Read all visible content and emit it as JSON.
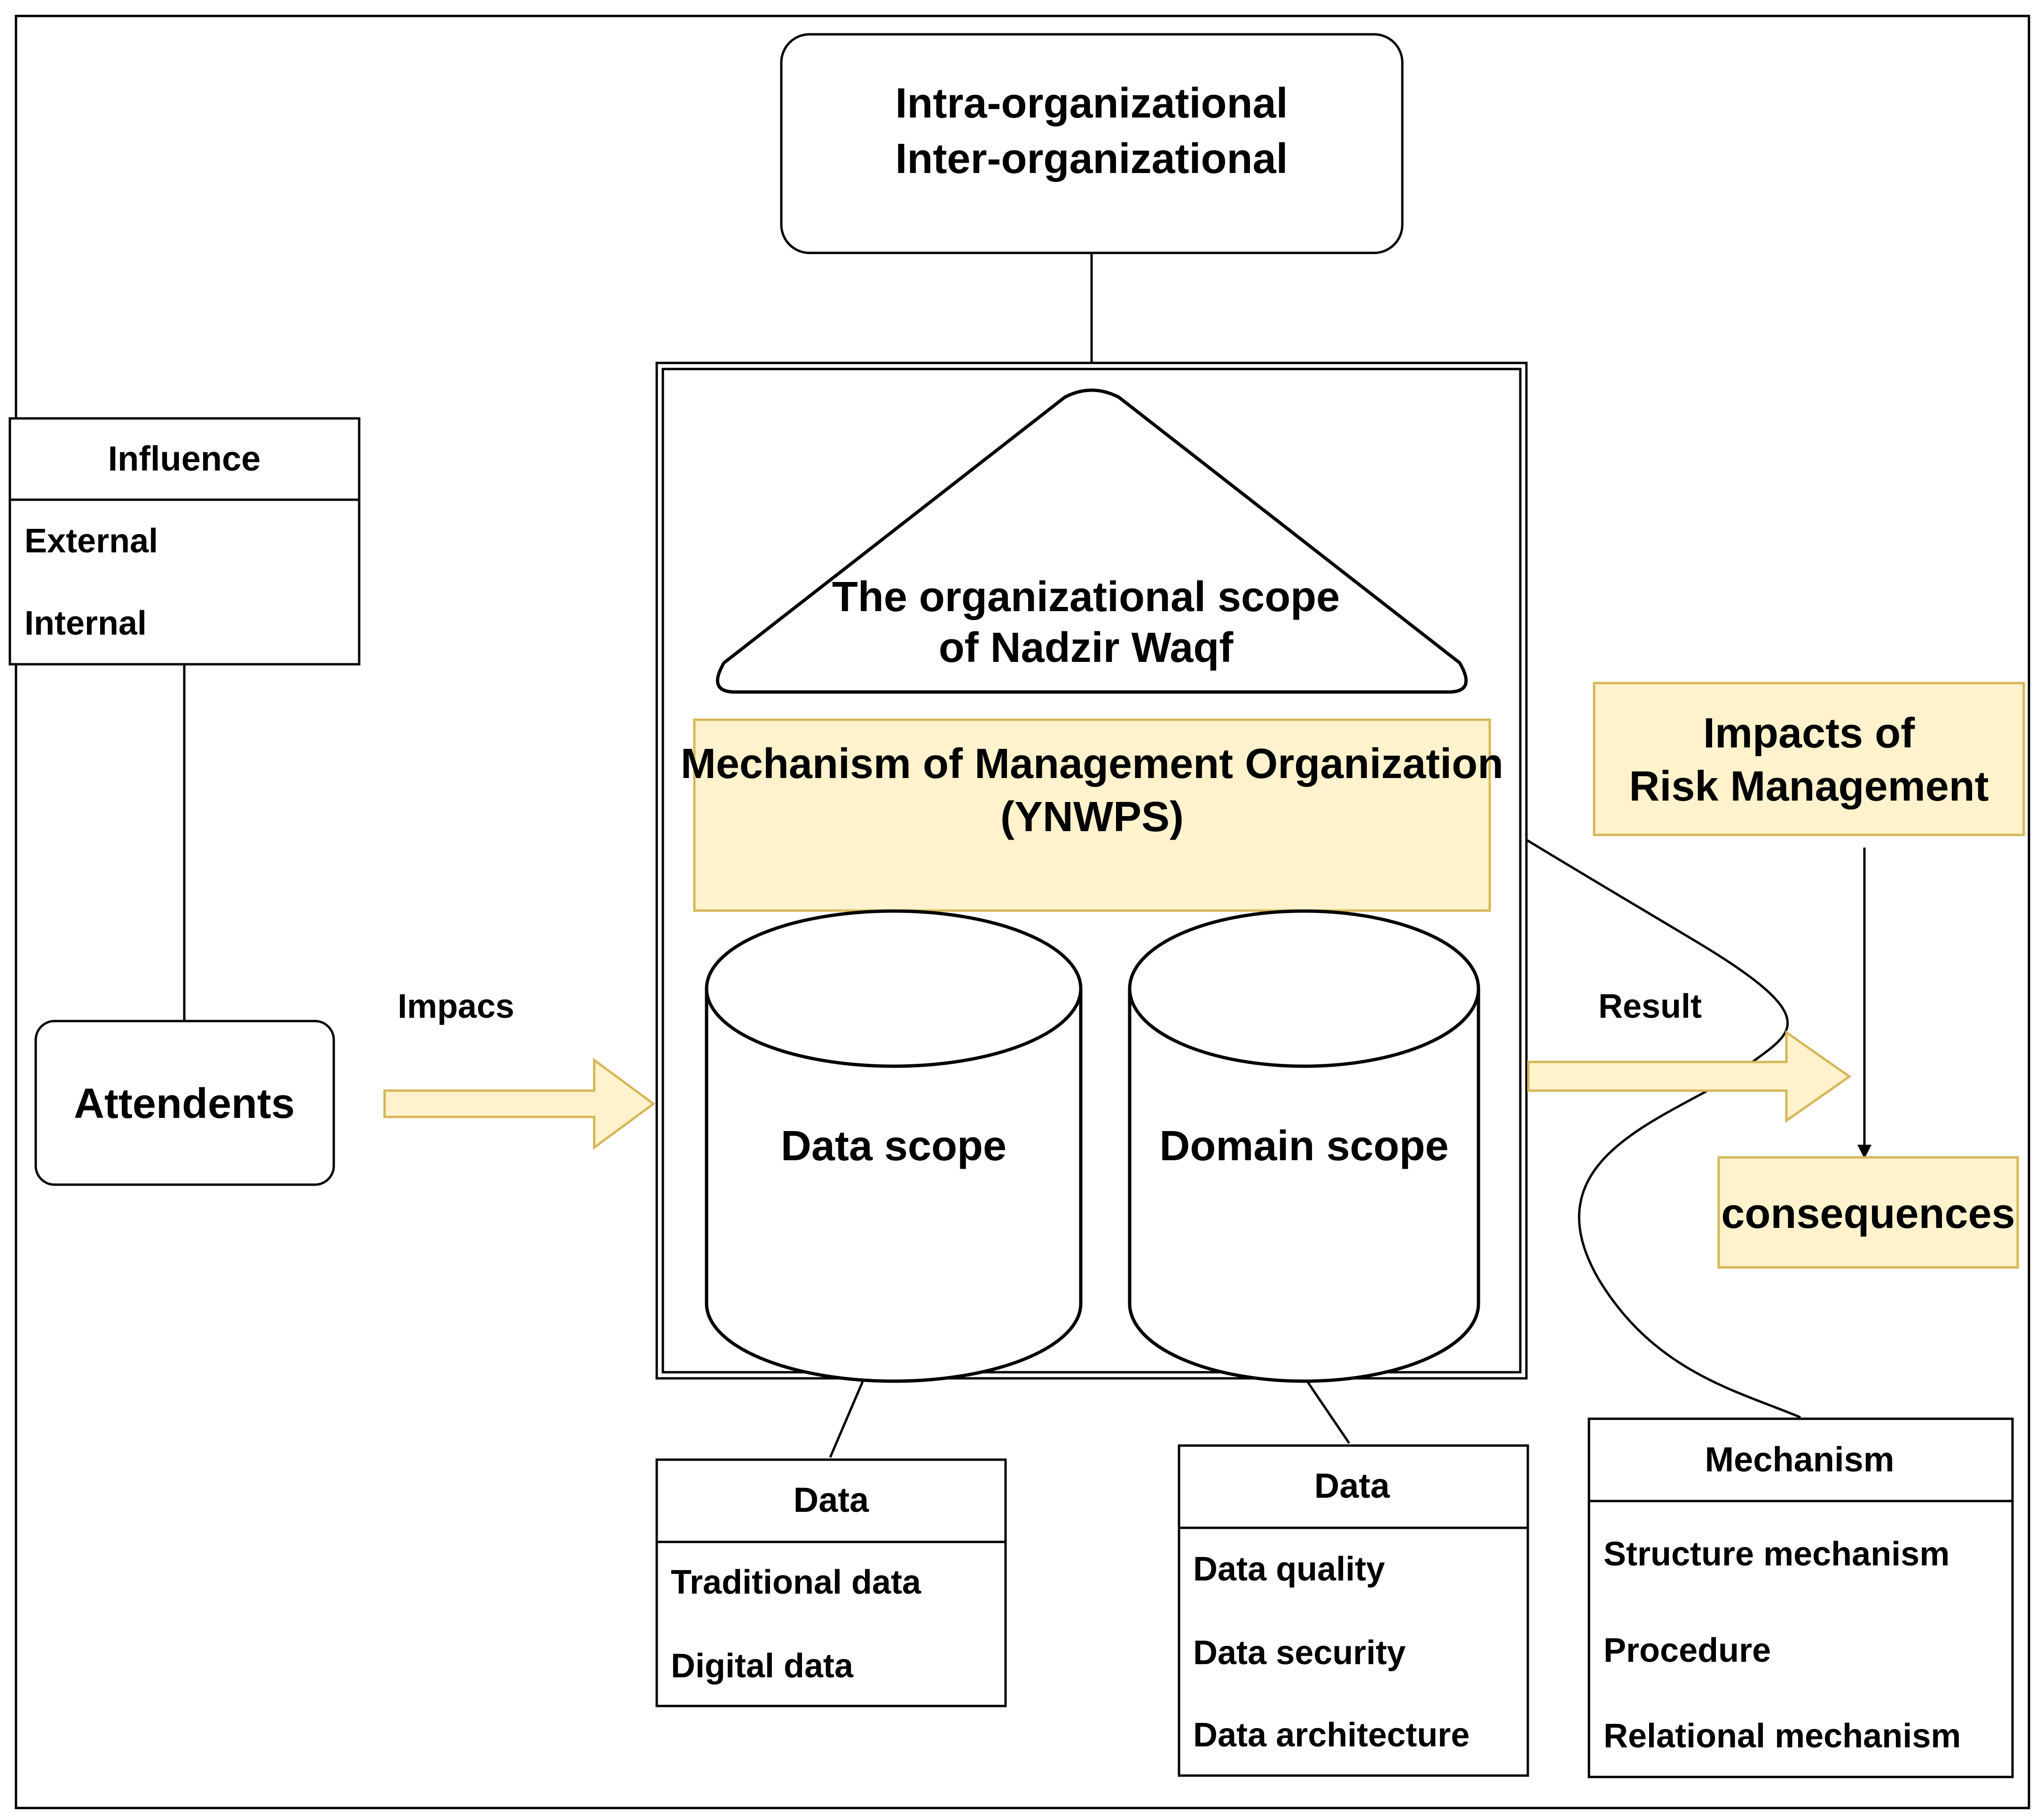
{
  "colors": {
    "stroke": "#000000",
    "highlight_fill": "#fff2cc",
    "highlight_stroke": "#d6b656",
    "background": "#ffffff"
  },
  "top_box": {
    "line1": "Intra-organizational",
    "line2": "Inter-organizational"
  },
  "triangle": {
    "line1": "The organizational scope",
    "line2": "of Nadzir Waqf"
  },
  "mechanism_box": {
    "line1": "Mechanism of Management Organization",
    "line2": "(YNWPS)"
  },
  "cylinders": {
    "data_scope": "Data scope",
    "domain_scope": "Domain scope"
  },
  "influence_table": {
    "header": "Influence",
    "items": [
      "External",
      "Internal"
    ]
  },
  "attendents": "Attendents",
  "arrows": {
    "impacts": "Impacs",
    "result": "Result"
  },
  "impacts_box": {
    "line1": "Impacts of",
    "line2": "Risk Management"
  },
  "consequences": "consequences",
  "data_table_1": {
    "header": "Data",
    "items": [
      "Traditional data",
      "Digital data"
    ]
  },
  "data_table_2": {
    "header": "Data",
    "items": [
      "Data quality",
      "Data security",
      "Data architecture"
    ]
  },
  "mechanism_table": {
    "header": "Mechanism",
    "items": [
      "Structure mechanism",
      "Procedure",
      "Relational mechanism"
    ]
  }
}
